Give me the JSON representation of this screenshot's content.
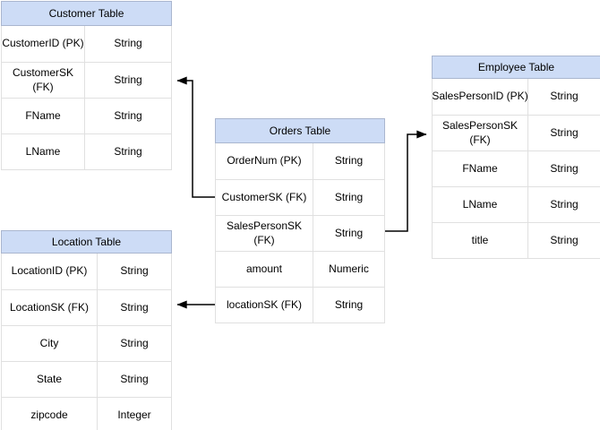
{
  "diagram": {
    "tables": [
      {
        "id": "customer",
        "title": "Customer Table",
        "rows": [
          {
            "field": "CustomerID (PK)",
            "type": "String"
          },
          {
            "field": "CustomerSK\n(FK)",
            "type": "String"
          },
          {
            "field": "FName",
            "type": "String"
          },
          {
            "field": "LName",
            "type": "String"
          }
        ]
      },
      {
        "id": "orders",
        "title": "Orders Table",
        "rows": [
          {
            "field": "OrderNum (PK)",
            "type": "String"
          },
          {
            "field": "CustomerSK (FK)",
            "type": "String"
          },
          {
            "field": "SalesPersonSK\n(FK)",
            "type": "String"
          },
          {
            "field": "amount",
            "type": "Numeric"
          },
          {
            "field": "locationSK (FK)",
            "type": "String"
          }
        ]
      },
      {
        "id": "employee",
        "title": "Employee Table",
        "rows": [
          {
            "field": "SalesPersonID (PK)",
            "type": "String"
          },
          {
            "field": "SalesPersonSK\n(FK)",
            "type": "String"
          },
          {
            "field": "FName",
            "type": "String"
          },
          {
            "field": "LName",
            "type": "String"
          },
          {
            "field": "title",
            "type": "String"
          }
        ]
      },
      {
        "id": "location",
        "title": "Location Table",
        "rows": [
          {
            "field": "LocationID (PK)",
            "type": "String"
          },
          {
            "field": "LocationSK (FK)",
            "type": "String"
          },
          {
            "field": "City",
            "type": "String"
          },
          {
            "field": "State",
            "type": "String"
          },
          {
            "field": "zipcode",
            "type": "Integer"
          }
        ]
      }
    ],
    "relationships": [
      {
        "from": "Orders Table.CustomerSK (FK)",
        "to": "Customer Table.CustomerSK (FK)"
      },
      {
        "from": "Orders Table.SalesPersonSK (FK)",
        "to": "Employee Table.SalesPersonSK (FK)"
      },
      {
        "from": "Orders Table.locationSK (FK)",
        "to": "Location Table.LocationSK (FK)"
      }
    ],
    "colors": {
      "header_fill": "#CDDCF6",
      "header_border": "#AAB6CF",
      "row_border": "#E0E0E0",
      "connector": "#000000",
      "background": "#FFFFFF",
      "text": "#000000"
    }
  }
}
